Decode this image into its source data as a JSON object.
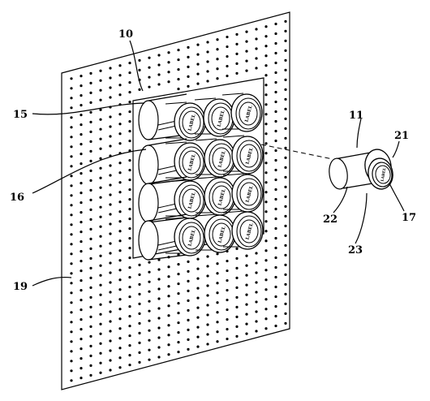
{
  "figure": {
    "refs": {
      "r10": "10",
      "r11": "11",
      "r15": "15",
      "r16": "16",
      "r17": "17",
      "r19": "19",
      "r21": "21",
      "r22": "22",
      "r23": "23"
    },
    "cap_label": "LABEL",
    "holder_rows": 4,
    "holder_cols": 3
  }
}
